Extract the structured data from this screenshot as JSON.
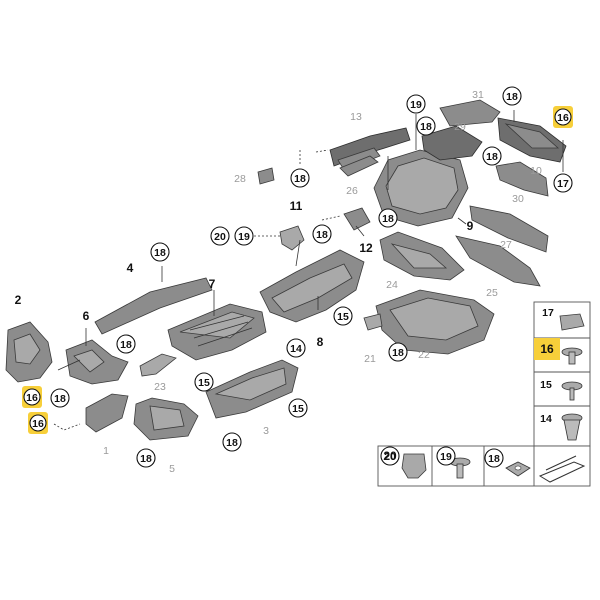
{
  "diagram": {
    "labels": {
      "l1": "1",
      "l2": "2",
      "l3": "3",
      "l4": "4",
      "l5": "5",
      "l6": "6",
      "l7": "7",
      "l8": "8",
      "l9": "9",
      "l10": "10",
      "l11": "11",
      "l12": "12",
      "l13": "13",
      "l14": "14",
      "l15": "15",
      "l16": "16",
      "l17": "17",
      "l18": "18",
      "l19": "19",
      "l20": "20",
      "l21": "21",
      "l22": "22",
      "l23": "23",
      "l24": "24",
      "l25": "25",
      "l26": "26",
      "l27": "27",
      "l28": "28",
      "l29": "29",
      "l30": "30",
      "l31": "31"
    },
    "colors": {
      "highlight": "#f7cf3a",
      "part_fill": "#8c8c8c",
      "outline": "#111111",
      "grey_label": "#9a9a9a"
    },
    "legend_items": [
      "17",
      "16",
      "15",
      "14",
      "20",
      "19",
      "18"
    ]
  }
}
